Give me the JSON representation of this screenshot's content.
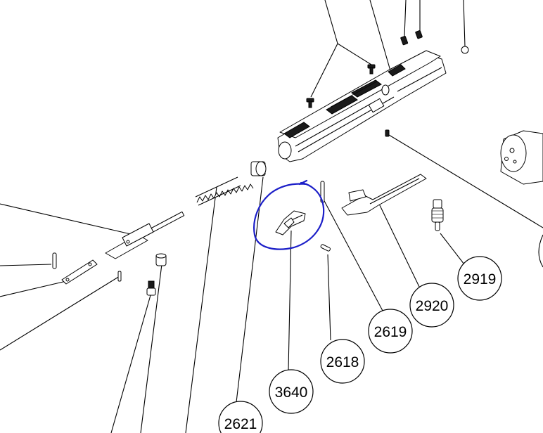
{
  "callouts": [
    {
      "id": "2621",
      "label": "2621"
    },
    {
      "id": "3640",
      "label": "3640"
    },
    {
      "id": "2618",
      "label": "2618"
    },
    {
      "id": "2619",
      "label": "2619"
    },
    {
      "id": "2920",
      "label": "2920"
    },
    {
      "id": "2919",
      "label": "2919"
    }
  ],
  "highlight": {
    "color": "#1c1fc8",
    "target": "3640"
  },
  "colors": {
    "line": "#000000",
    "background": "#ffffff",
    "highlight": "#1c1fc8"
  }
}
